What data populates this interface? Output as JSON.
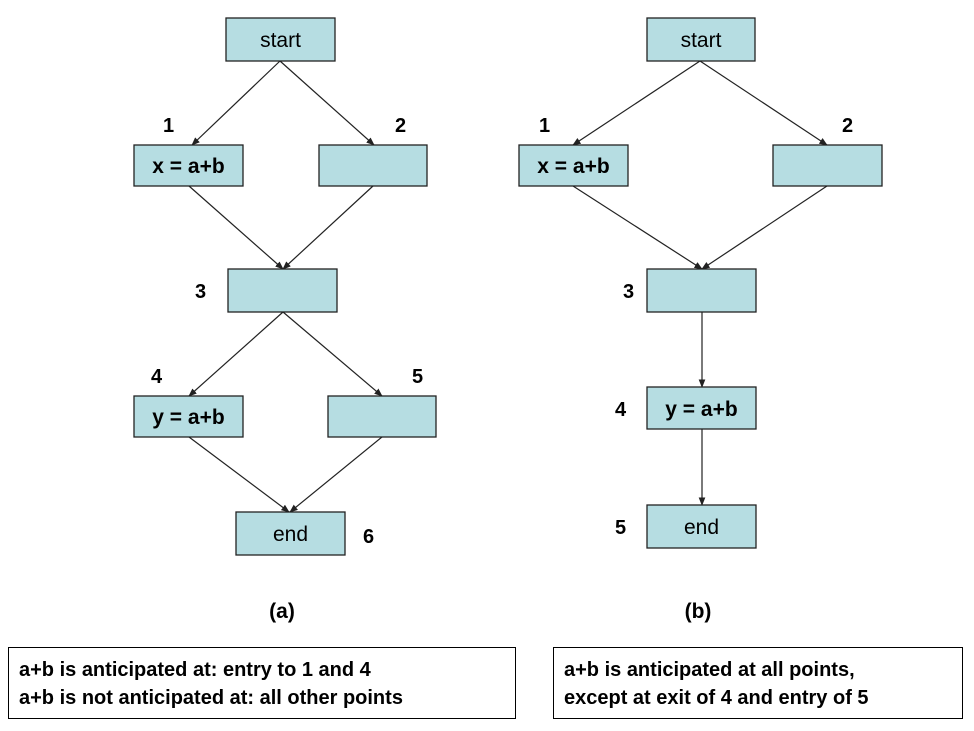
{
  "diagram_a": {
    "caption": "(a)",
    "nodes": {
      "start": "start",
      "n1": "x = a+b",
      "n2": "",
      "n3": "",
      "n4": "y = a+b",
      "n5": "",
      "end": "end"
    },
    "numbers": {
      "n1": "1",
      "n2": "2",
      "n3": "3",
      "n4": "4",
      "n5": "5",
      "end": "6"
    },
    "note": [
      "a+b is anticipated at: entry to 1 and 4",
      "a+b is not anticipated at: all other points"
    ]
  },
  "diagram_b": {
    "caption": "(b)",
    "nodes": {
      "start": "start",
      "n1": "x = a+b",
      "n2": "",
      "n3": "",
      "n4": "y = a+b",
      "end": "end"
    },
    "numbers": {
      "n1": "1",
      "n2": "2",
      "n3": "3",
      "n4": "4",
      "end": "5"
    },
    "note": [
      "a+b is anticipated at all points,",
      "except at exit of 4 and entry of 5"
    ]
  },
  "colors": {
    "node_fill": "#b6dde2",
    "stroke": "#222222"
  }
}
